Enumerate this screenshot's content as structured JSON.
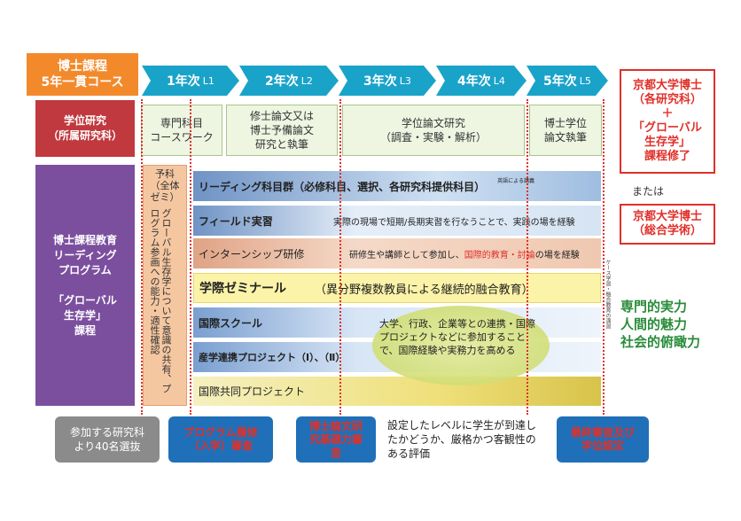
{
  "course_title": "博士課程\n5年一貫コース",
  "years": [
    {
      "label": "1年次",
      "level": "L1"
    },
    {
      "label": "2年次",
      "level": "L2"
    },
    {
      "label": "3年次",
      "level": "L3"
    },
    {
      "label": "4年次",
      "level": "L4"
    },
    {
      "label": "5年次",
      "level": "L5"
    }
  ],
  "rows": {
    "research_label": "学位研究\n（所属研究科）",
    "program_label": "博士課程教育\nリーディング\nプログラム\n\n「グローバル\n生存学」\n課程"
  },
  "research_boxes": [
    "専門科目\nコースワーク",
    "修士論文又は\n博士予備論文\n研究と執筆",
    "学位論文研究\n（調査・実験・解析）",
    "博士学位\n論文執筆"
  ],
  "prelim": {
    "head": "予科\n（全体\nゼミ）",
    "vertical": "グローバル生存学について意識の共有、プログラム参画への能力・適性確認"
  },
  "bars": {
    "leading": "リーディング科目群（必修科目、選択、各研究科提供科目）",
    "leading_note": "英語による講義",
    "field": "フィールド実習",
    "field_note": "実際の現場で短期/長期実習を行なうことで、実践の場を経験",
    "intern": "インターンシップ研修",
    "intern_note_a": "研修生や講師として参加し、",
    "intern_note_b": "国際的教育・討論",
    "intern_note_c": "の場を経験",
    "seminar": "学際ゼミナール",
    "seminar_note": "（異分野複数教員による継続的融合教育）",
    "school": "国際スクール",
    "industry": "産学連携プロジェクト（Ⅰ）、（Ⅱ）",
    "joint": "国際共同プロジェクト"
  },
  "ellipse_text": "大学、行政、企業等との連携・国際プロジェクトなどに参加することで、国際経験や実務力を高める",
  "tiny_vertical": "ケース学習・融合教育の演習",
  "right": {
    "box1": "京都大学博士\n（各研究科）\n＋\n「グローバル\n生存学」\n課程修了",
    "or": "または",
    "box2": "京都大学博士\n（総合学術）",
    "green": "専門的実力\n人間的魅力\n社会的俯瞰力"
  },
  "bottom": {
    "selection": "参加する研究科\nより40名選抜",
    "exam1": "プログラム履修\n（入学）審査",
    "exam2": "博士論文研\n究基礎力審\n査",
    "eval": "設定したレベルに学生が到達したかどうか、厳格かつ客観性のある評価",
    "exam3": "最終審査及び\n学位認定"
  },
  "colors": {
    "orange": "#f28a2c",
    "chevron_blue": "#1aa3c9",
    "research_red": "#c0393e",
    "program_purple": "#7b4f9e",
    "accent_red": "#e0302a",
    "green": "#2a8c3a",
    "bottom_blue": "#1f70b8"
  }
}
